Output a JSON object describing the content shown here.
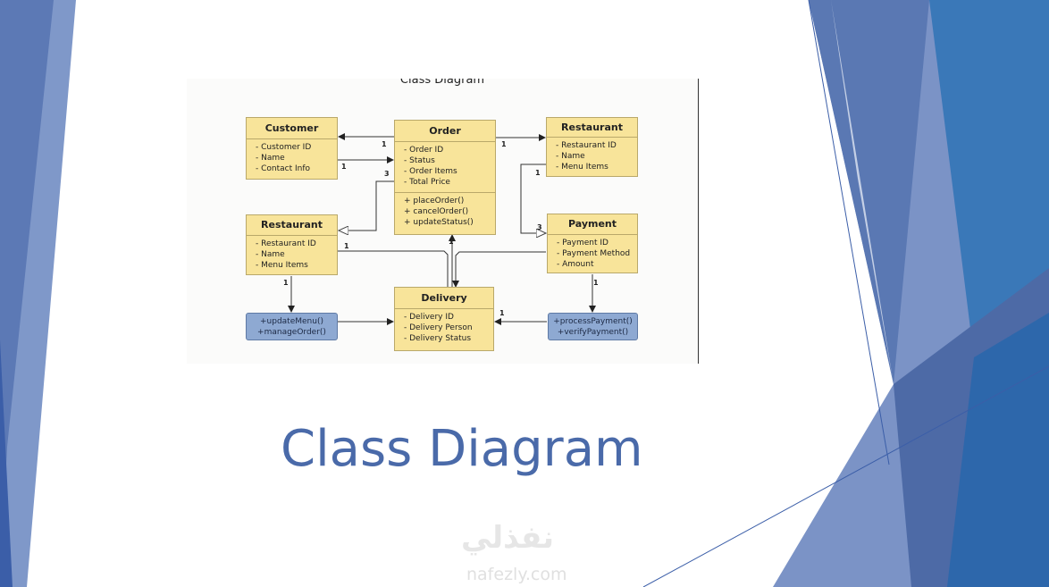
{
  "slide_title": "Class Diagram",
  "diagram": {
    "title": "Class Diagram",
    "classes": {
      "customer": {
        "name": "Customer",
        "attributes": [
          "- Customer ID",
          "- Name",
          "- Contact Info"
        ]
      },
      "order": {
        "name": "Order",
        "attributes": [
          "- Order ID",
          "- Status",
          "- Order Items",
          "- Total Price"
        ],
        "methods": [
          "+ placeOrder()",
          "+ cancelOrder()",
          "+ updateStatus()"
        ]
      },
      "restaurant_top": {
        "name": "Restaurant",
        "attributes": [
          "- Restaurant ID",
          "- Name",
          "- Menu Items"
        ]
      },
      "restaurant_left": {
        "name": "Restaurant",
        "attributes": [
          "- Restaurant ID",
          "- Name",
          "- Menu Items"
        ]
      },
      "payment": {
        "name": "Payment",
        "attributes": [
          "- Payment ID",
          "- Payment Method",
          "- Amount"
        ]
      },
      "delivery": {
        "name": "Delivery",
        "attributes": [
          "- Delivery ID",
          "- Delivery Person",
          "- Delivery Status"
        ]
      }
    },
    "method_boxes": {
      "restaurant_methods": [
        "+updateMenu()",
        "+manageOrder()"
      ],
      "payment_methods": [
        "+processPayment()",
        "+verifyPayment()"
      ]
    },
    "multiplicities": [
      "1",
      "1",
      "3",
      "1",
      "1",
      "1",
      "3",
      "1",
      "1",
      "1",
      "1",
      "1"
    ]
  },
  "watermark": {
    "arabic": "نفذلي",
    "latin": "nafezly.com"
  },
  "colors": {
    "class_fill": "#f8e49a",
    "method_fill": "#8ea9d2",
    "title": "#4a6aa9"
  }
}
